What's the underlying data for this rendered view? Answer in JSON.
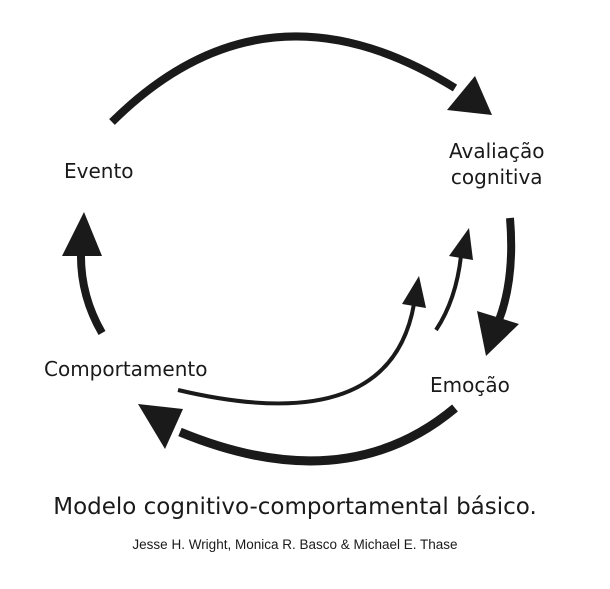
{
  "diagram": {
    "nodes": {
      "evento": "Evento",
      "avaliacao": "Avaliação\ncognitiva",
      "emocao": "Emoção",
      "comportamento": "Comportamento"
    },
    "arrow_color": "#1a1a1a"
  },
  "caption": {
    "title": "Modelo cognitivo-comportamental básico.",
    "authors": "Jesse H. Wright, Monica R. Basco & Michael E. Thase"
  }
}
